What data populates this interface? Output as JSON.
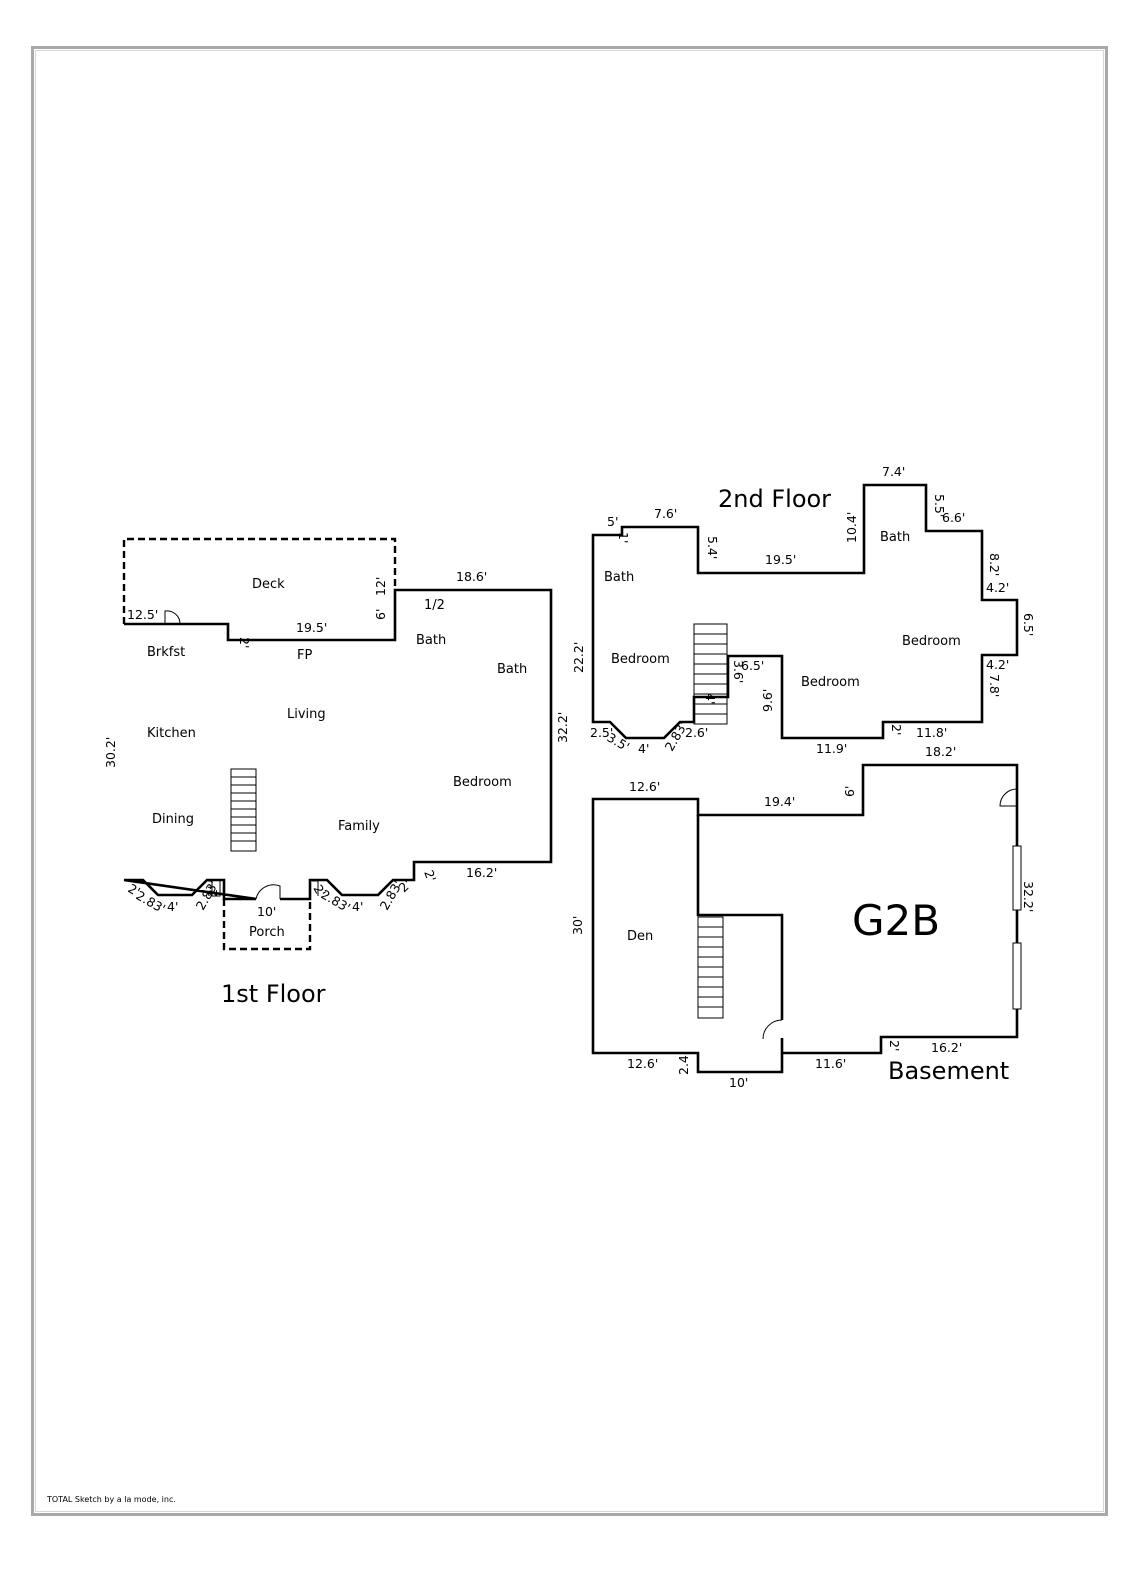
{
  "floors": {
    "first": {
      "title": "1st Floor",
      "rooms": {
        "deck": "Deck",
        "half": "1/2",
        "bath1": "Bath",
        "bath2": "Bath",
        "brkfst": "Brkfst",
        "fp": "FP",
        "living": "Living",
        "kitchen": "Kitchen",
        "dining": "Dining",
        "family": "Family",
        "bedroom": "Bedroom",
        "porch": "Porch"
      },
      "dims": {
        "d1": "12.5'",
        "d2": "2'",
        "d3": "19.5'",
        "d4": "6'",
        "d5": "12'",
        "d6": "18.6'",
        "d7": "30.2'",
        "d8": "32.2'",
        "d9": "16.2'",
        "d10": "2'",
        "d11": "2'",
        "d12": "2.83'",
        "d13": "4'",
        "d14": "2.83'",
        "d15": "2'",
        "d16": "10'",
        "d17": "2'",
        "d18": "2.83'",
        "d19": "4'",
        "d20": "2.83'",
        "d21": "2'"
      }
    },
    "second": {
      "title": "2nd Floor",
      "rooms": {
        "bath1": "Bath",
        "bath2": "Bath",
        "bedroom1": "Bedroom",
        "bedroom2": "Bedroom",
        "bedroom3": "Bedroom"
      },
      "dims": {
        "d1": "5'",
        "d2": "1'",
        "d3": "7.6'",
        "d4": "5.4'",
        "d5": "19.5'",
        "d6": "10.4'",
        "d7": "7.4'",
        "d8": "5.5'",
        "d9": "6.6'",
        "d10": "8.2'",
        "d11": "4.2'",
        "d12": "6.5'",
        "d13": "4.2'",
        "d14": "7.8'",
        "d15": "11.8'",
        "d16": "2'",
        "d17": "11.9'",
        "d18": "9.6'",
        "d19": "6.5'",
        "d20": "3.6'",
        "d21": "4'",
        "d22": "22.2'",
        "d23": "2.5'",
        "d24": "3.5'",
        "d25": "4'",
        "d26": "2.83'",
        "d27": "2.6'"
      }
    },
    "basement": {
      "title": "Basement",
      "label": "G2B",
      "rooms": {
        "den": "Den"
      },
      "dims": {
        "d1": "12.6'",
        "d2": "19.4'",
        "d3": "6'",
        "d4": "18.2'",
        "d5": "32.2'",
        "d6": "16.2'",
        "d7": "2'",
        "d8": "11.6'",
        "d9": "10'",
        "d10": "2.4'",
        "d11": "12.6'",
        "d12": "30'"
      }
    }
  },
  "footer": "TOTAL Sketch by a la mode, inc."
}
